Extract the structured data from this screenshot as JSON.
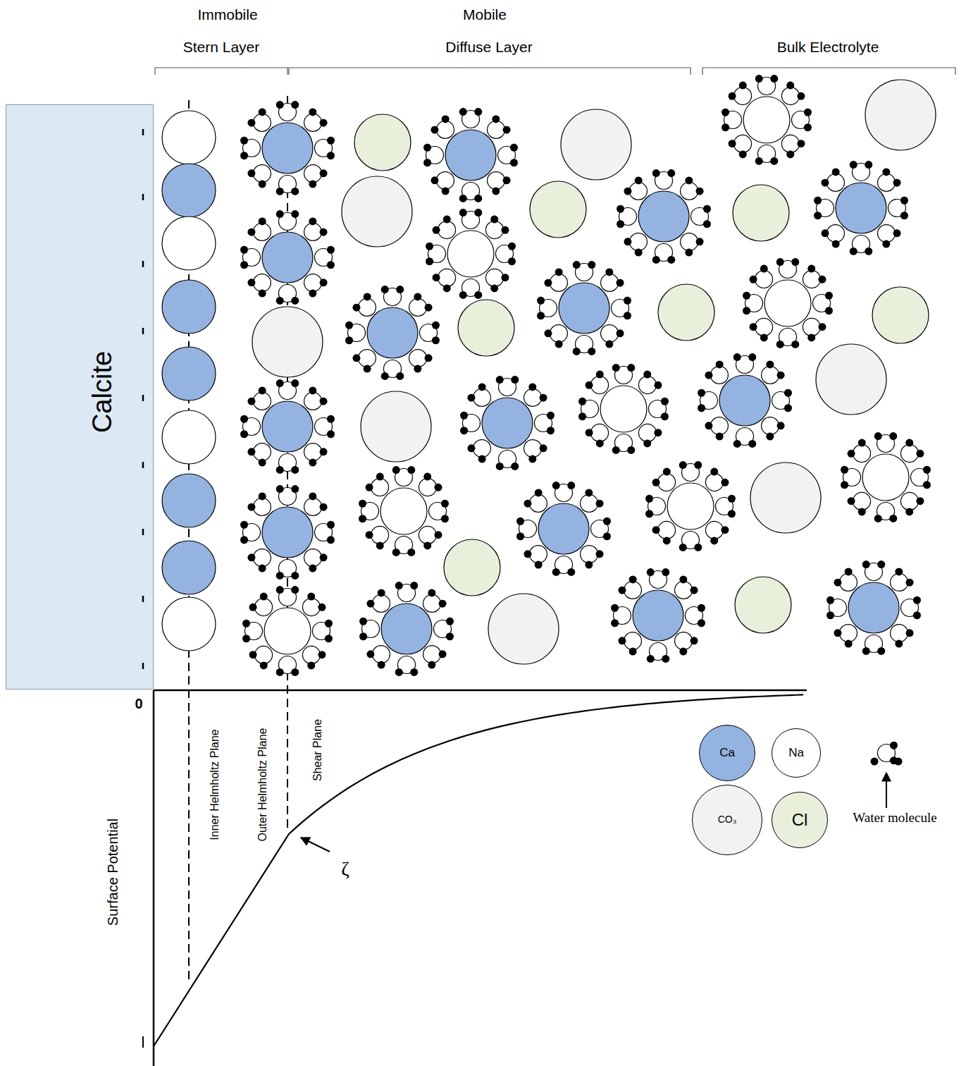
{
  "diagram": {
    "nodes": [
      {
        "text": [
          "Calcite"
        ]
      }
    ],
    "labels": [
      "Immobile",
      "Stern Layer",
      "Mobile",
      "Diffuse Layer",
      "Bulk Electrolyte",
      "0",
      "Inner Helmholtz Plane",
      "Outer Helmholtz Plane",
      "Shear Plane",
      "ζ",
      "Surface Potential"
    ],
    "legend": [
      {
        "text": "Ca",
        "color": "#95b3e0"
      },
      {
        "text": "Na",
        "color": "#ffffff"
      },
      {
        "text": "CO₃",
        "color": "#f2f2f2"
      },
      {
        "text": "Cl",
        "color": "#e8f0dc"
      },
      {
        "text": "Water molecule"
      }
    ]
  }
}
